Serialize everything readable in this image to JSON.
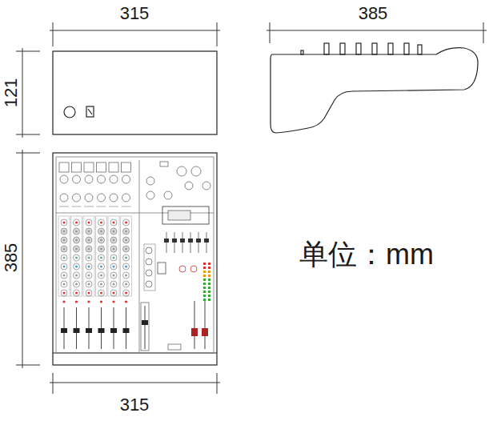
{
  "diagram": {
    "labels": [
      "315",
      "121",
      "385",
      "385",
      "单位：mm",
      "315"
    ]
  }
}
